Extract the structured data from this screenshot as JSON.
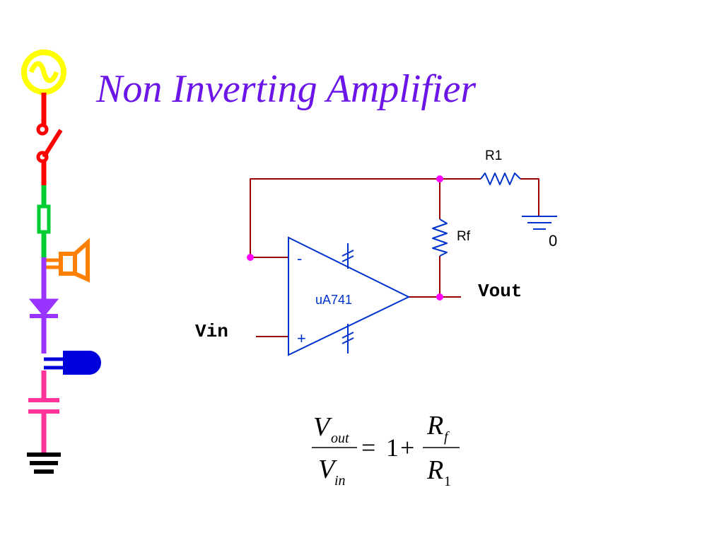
{
  "slide": {
    "title": "Non Inverting Amplifier",
    "title_color": "#6b15e8"
  },
  "side_strip": {
    "icons": [
      "ac-source-icon",
      "switch-icon",
      "fuse-icon",
      "speaker-icon",
      "diode-icon",
      "lamp-icon",
      "capacitor-icon",
      "ground-icon"
    ],
    "colors": {
      "ac_source": "#ffff00",
      "switch": "#ff0000",
      "fuse": "#00cc33",
      "speaker": "#ff8000",
      "diode": "#9933ff",
      "lamp": "#0000dd",
      "capacitor": "#ff3399",
      "ground": "#000000"
    }
  },
  "circuit": {
    "opamp_label": "uA741",
    "inverting_label": "-",
    "noninverting_label": "+",
    "r1_label": "R1",
    "rf_label": "Rf",
    "ground_node_label": "0",
    "vin_label": "Vin",
    "vout_label": "Vout",
    "colors": {
      "wire": "#990000",
      "component": "#0033cc",
      "node": "#ff00ff",
      "text": "#000000"
    }
  },
  "formula": {
    "lhs_num": "V",
    "lhs_num_sub": "out",
    "lhs_den": "V",
    "lhs_den_sub": "in",
    "equals": "=",
    "one": "1",
    "plus": "+",
    "rhs_num": "R",
    "rhs_num_sub": "f",
    "rhs_den": "R",
    "rhs_den_sub": "1"
  }
}
